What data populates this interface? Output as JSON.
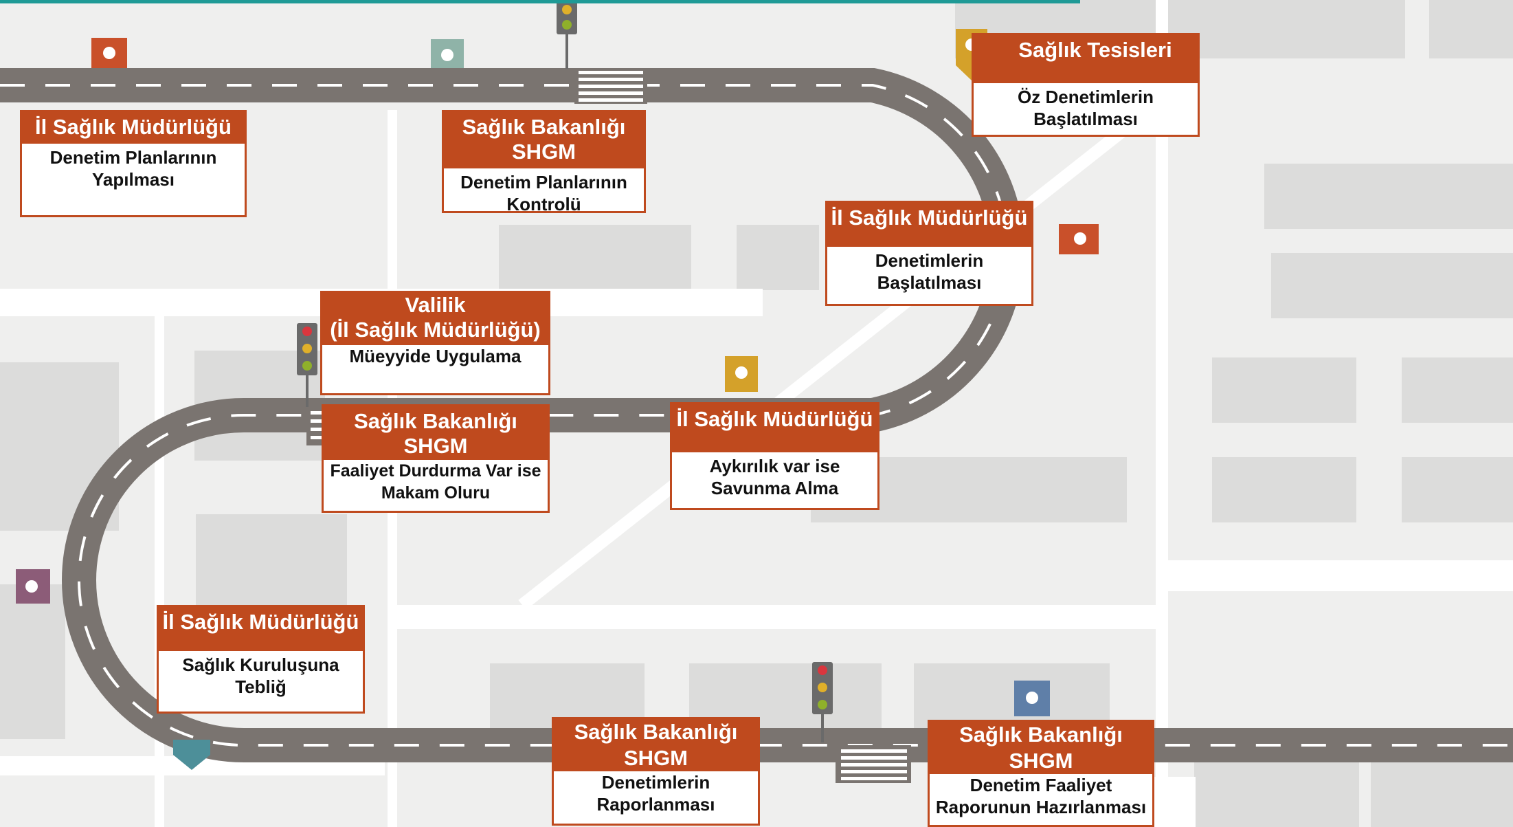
{
  "colors": {
    "road": "#7a7470",
    "card_header": "#bf4a1e",
    "teal": "#1f9a96",
    "pin_orange": "#c9502a",
    "pin_sage": "#8fb3a8",
    "pin_gold": "#d4a12a",
    "pin_purple": "#8c5c78",
    "pin_teal": "#4d8f99",
    "pin_blue": "#5f7fa8"
  },
  "icons": [
    "traffic-light-icon",
    "map-pin-icon",
    "crosswalk-icon"
  ],
  "steps": [
    {
      "org": "İl Sağlık Müdürlüğü",
      "task": "Denetim Planlarının\nYapılması"
    },
    {
      "org": "Sağlık Bakanlığı\nSHGM",
      "task": "Denetim Planlarının\nKontrolü"
    },
    {
      "org": "Sağlık Tesisleri",
      "task": "Öz Denetimlerin\nBaşlatılması"
    },
    {
      "org": "İl Sağlık Müdürlüğü",
      "task": "Denetimlerin\nBaşlatılması"
    },
    {
      "org": "İl Sağlık Müdürlüğü",
      "task": "Aykırılık var ise\nSavunma Alma"
    },
    {
      "org": "Valilik\n(İl Sağlık Müdürlüğü)",
      "task": "Müeyyide Uygulama"
    },
    {
      "org": "Sağlık Bakanlığı\nSHGM",
      "task": "Faaliyet Durdurma Var ise\nMakam Oluru"
    },
    {
      "org": "İl Sağlık Müdürlüğü",
      "task": "Sağlık Kuruluşuna\nTebliğ"
    },
    {
      "org": "Sağlık Bakanlığı\nSHGM",
      "task": "Denetimlerin\nRaporlanması"
    },
    {
      "org": "Sağlık Bakanlığı\nSHGM",
      "task": "Denetim Faaliyet\nRaporunun Hazırlanması"
    }
  ]
}
